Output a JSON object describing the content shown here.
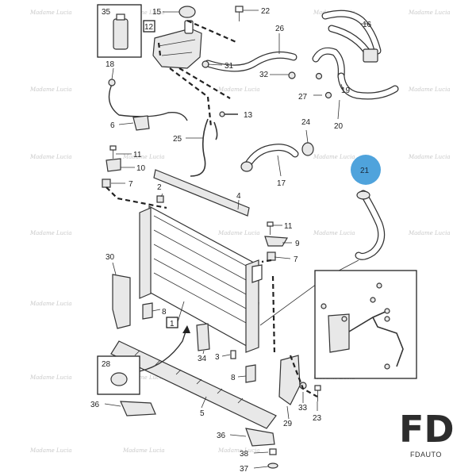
{
  "part_labels": [
    {
      "id": "35",
      "text": "35"
    },
    {
      "id": "15",
      "text": "15"
    },
    {
      "id": "22",
      "text": "22"
    },
    {
      "id": "12",
      "text": "12"
    },
    {
      "id": "16",
      "text": "16"
    },
    {
      "id": "26",
      "text": "26"
    },
    {
      "id": "18",
      "text": "18"
    },
    {
      "id": "31",
      "text": "31"
    },
    {
      "id": "32",
      "text": "32"
    },
    {
      "id": "19",
      "text": "19"
    },
    {
      "id": "27",
      "text": "27"
    },
    {
      "id": "13",
      "text": "13"
    },
    {
      "id": "6",
      "text": "6"
    },
    {
      "id": "25",
      "text": "25"
    },
    {
      "id": "20",
      "text": "20"
    },
    {
      "id": "24",
      "text": "24"
    },
    {
      "id": "11a",
      "text": "11"
    },
    {
      "id": "10",
      "text": "10"
    },
    {
      "id": "17",
      "text": "17"
    },
    {
      "id": "7a",
      "text": "7"
    },
    {
      "id": "2",
      "text": "2"
    },
    {
      "id": "4",
      "text": "4"
    },
    {
      "id": "11b",
      "text": "11"
    },
    {
      "id": "9",
      "text": "9"
    },
    {
      "id": "7b",
      "text": "7"
    },
    {
      "id": "30",
      "text": "30"
    },
    {
      "id": "8a",
      "text": "8"
    },
    {
      "id": "1",
      "text": "1"
    },
    {
      "id": "34",
      "text": "34"
    },
    {
      "id": "3",
      "text": "3"
    },
    {
      "id": "28",
      "text": "28"
    },
    {
      "id": "8b",
      "text": "8"
    },
    {
      "id": "36a",
      "text": "36"
    },
    {
      "id": "5",
      "text": "5"
    },
    {
      "id": "33",
      "text": "33"
    },
    {
      "id": "23",
      "text": "23"
    },
    {
      "id": "29",
      "text": "29"
    },
    {
      "id": "36b",
      "text": "36"
    },
    {
      "id": "38",
      "text": "38"
    },
    {
      "id": "37",
      "text": "37"
    }
  ],
  "highlight": {
    "text": "21",
    "color": "#4fa3dc"
  },
  "logo": {
    "mark": "FD",
    "name": "FDAUTO"
  },
  "watermark": {
    "text": "Madame Lucia"
  }
}
